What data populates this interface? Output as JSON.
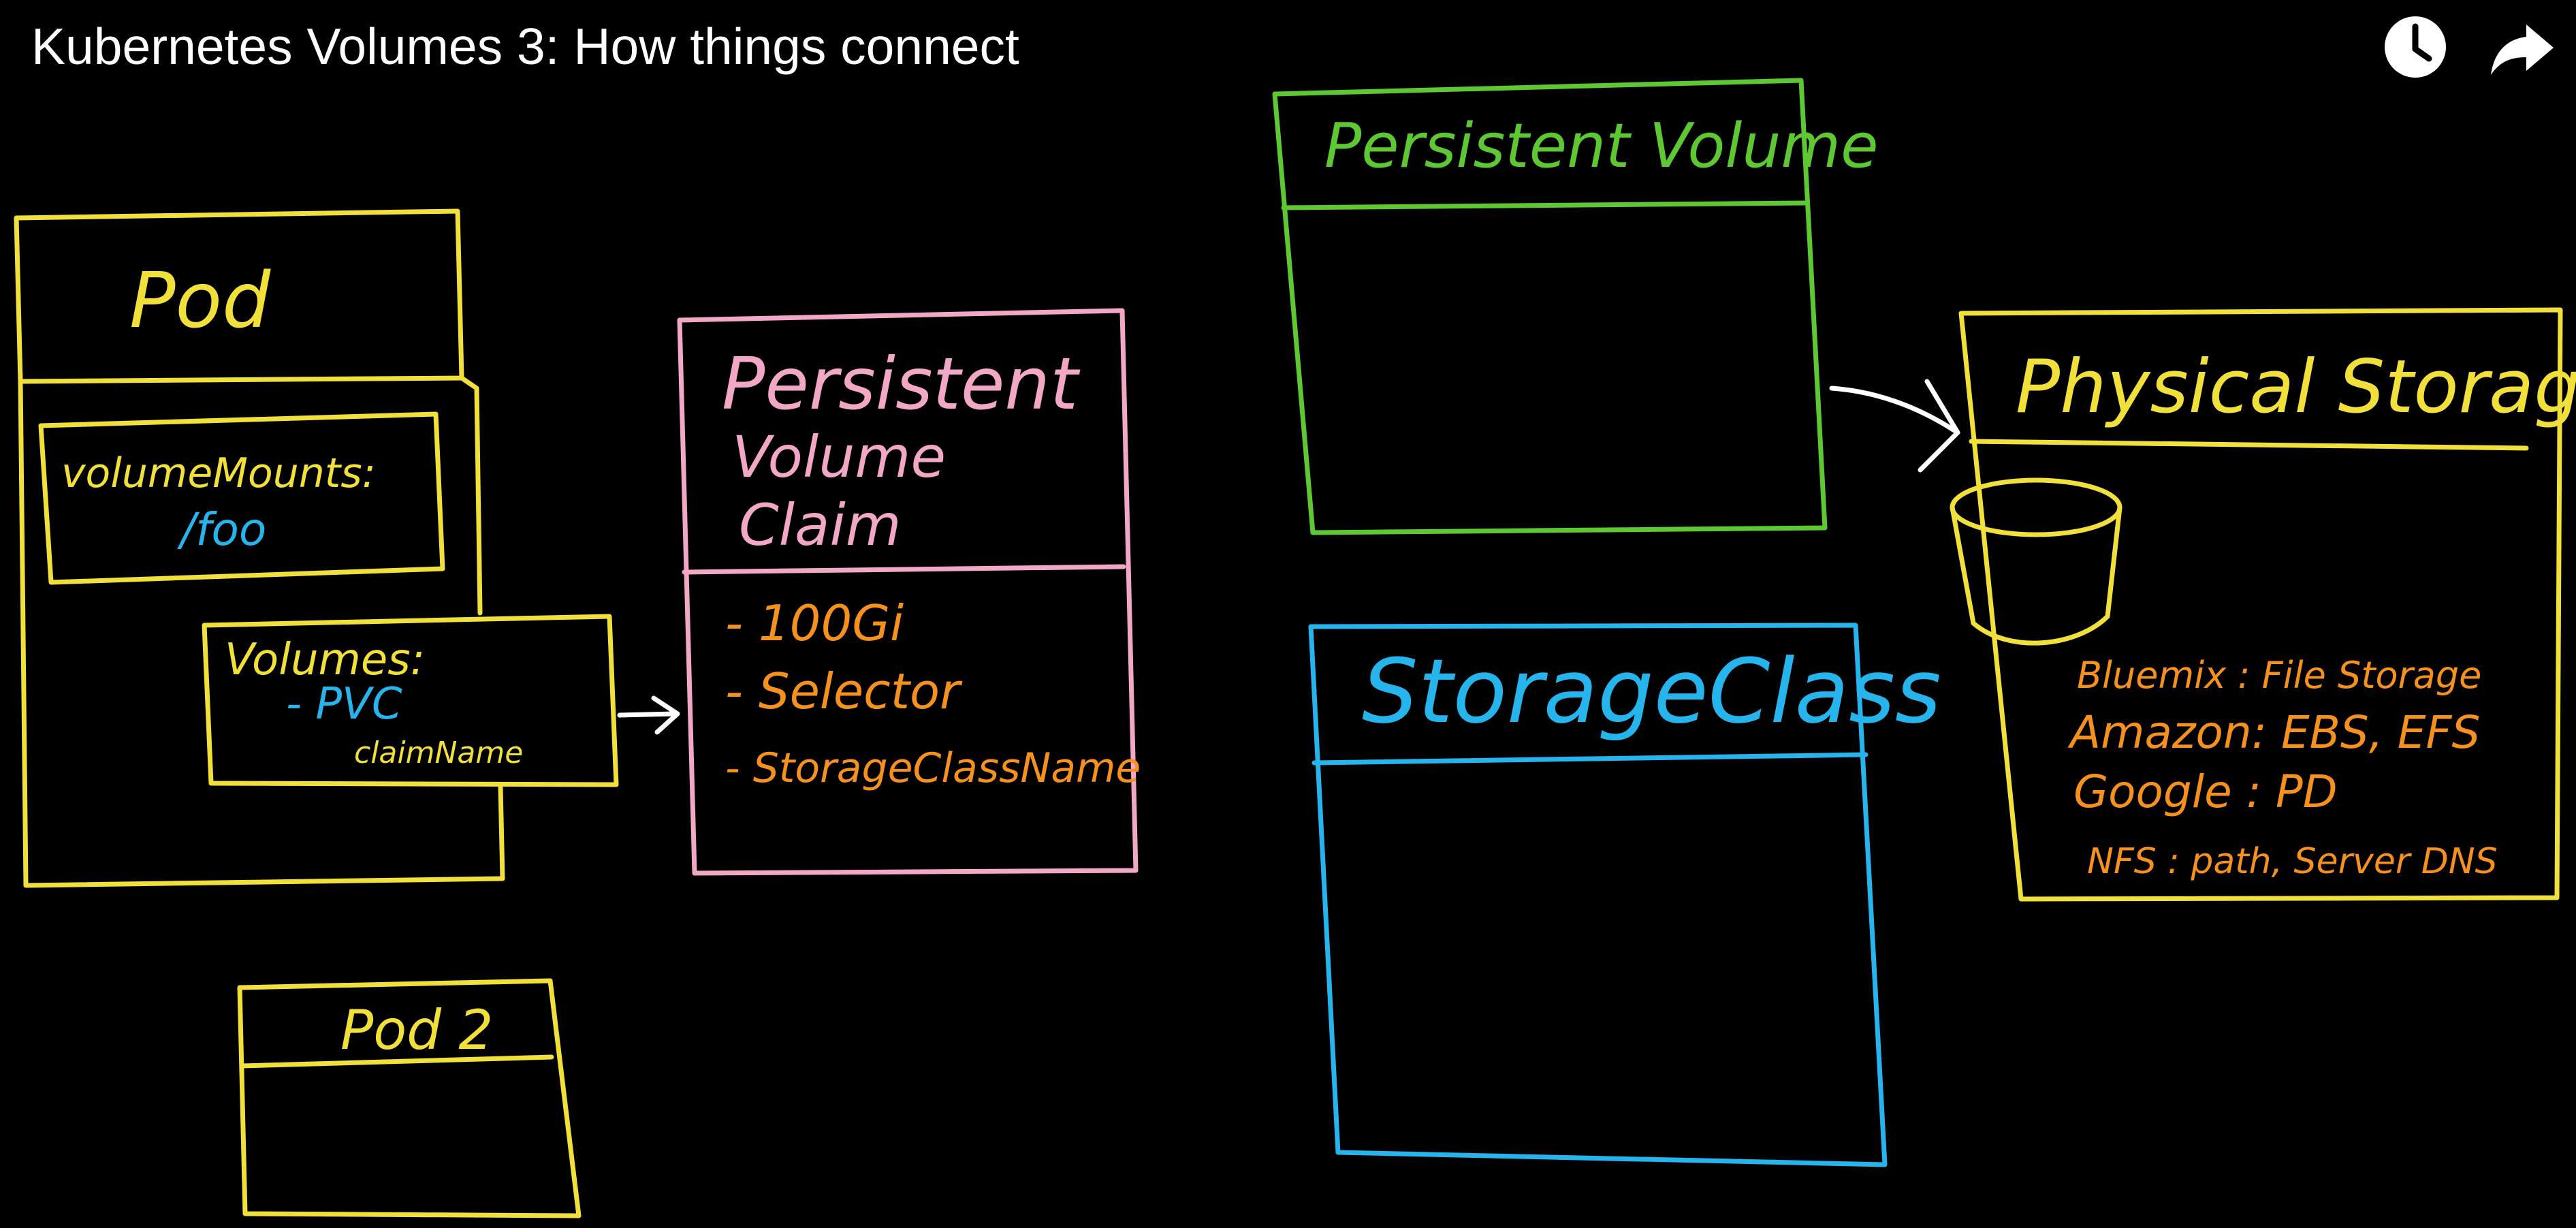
{
  "video": {
    "title": "Kubernetes Volumes 3: How things connect",
    "watch_later_icon": "clock-icon",
    "share_icon": "share-arrow-icon"
  },
  "colors": {
    "pod": "#f2e03a",
    "pvc": "#f2a7c6",
    "pvc_text": "#f2a7c6",
    "pvc_list": "#f7911e",
    "pv": "#5dc832",
    "storage_class": "#26b4ec",
    "physical": "#f2e03a",
    "physical_list": "#f7911e",
    "mount_path": "#26b4ec",
    "arrow": "#ffffff"
  },
  "pod": {
    "title": "Pod",
    "volume_mounts": {
      "label": "volumeMounts:",
      "path": "/foo"
    },
    "volumes": {
      "label": "Volumes:",
      "item": "- PVC",
      "sub": "claimName"
    }
  },
  "pod2": {
    "title": "Pod 2"
  },
  "pvc": {
    "title_lines": [
      "Persistent",
      "Volume",
      "Claim"
    ],
    "items": [
      "- 100Gi",
      "- Selector",
      "- StorageClassName"
    ]
  },
  "pv": {
    "title": "Persistent Volume"
  },
  "storage_class": {
    "title": "StorageClass"
  },
  "physical_storage": {
    "title": "Physical Storage",
    "providers": [
      "Bluemix : File Storage",
      "Amazon: EBS, EFS",
      "Google : PD",
      "NFS : path, Server DNS"
    ]
  }
}
